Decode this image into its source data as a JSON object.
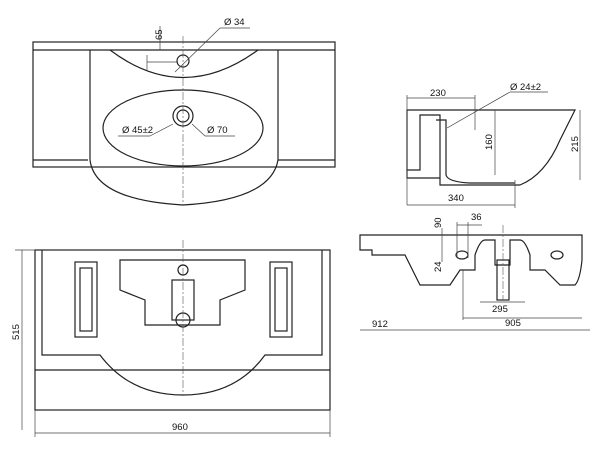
{
  "top_view": {
    "tap_hole": "Ø 34",
    "tap_offset": "65",
    "drain_inner": "Ø 45±2",
    "drain_outer": "Ø 70"
  },
  "side_view": {
    "depth_to_drain": "230",
    "overflow": "Ø 24±2",
    "bowl_depth": "160",
    "total_height": "215",
    "total_depth": "340"
  },
  "front_view": {
    "fix_offset": "90",
    "fix_width": "36",
    "fix_height": "24",
    "drain_width": "295",
    "fix_spacing": "905",
    "overall": "912"
  },
  "bottom_view": {
    "depth": "515",
    "width": "960"
  }
}
